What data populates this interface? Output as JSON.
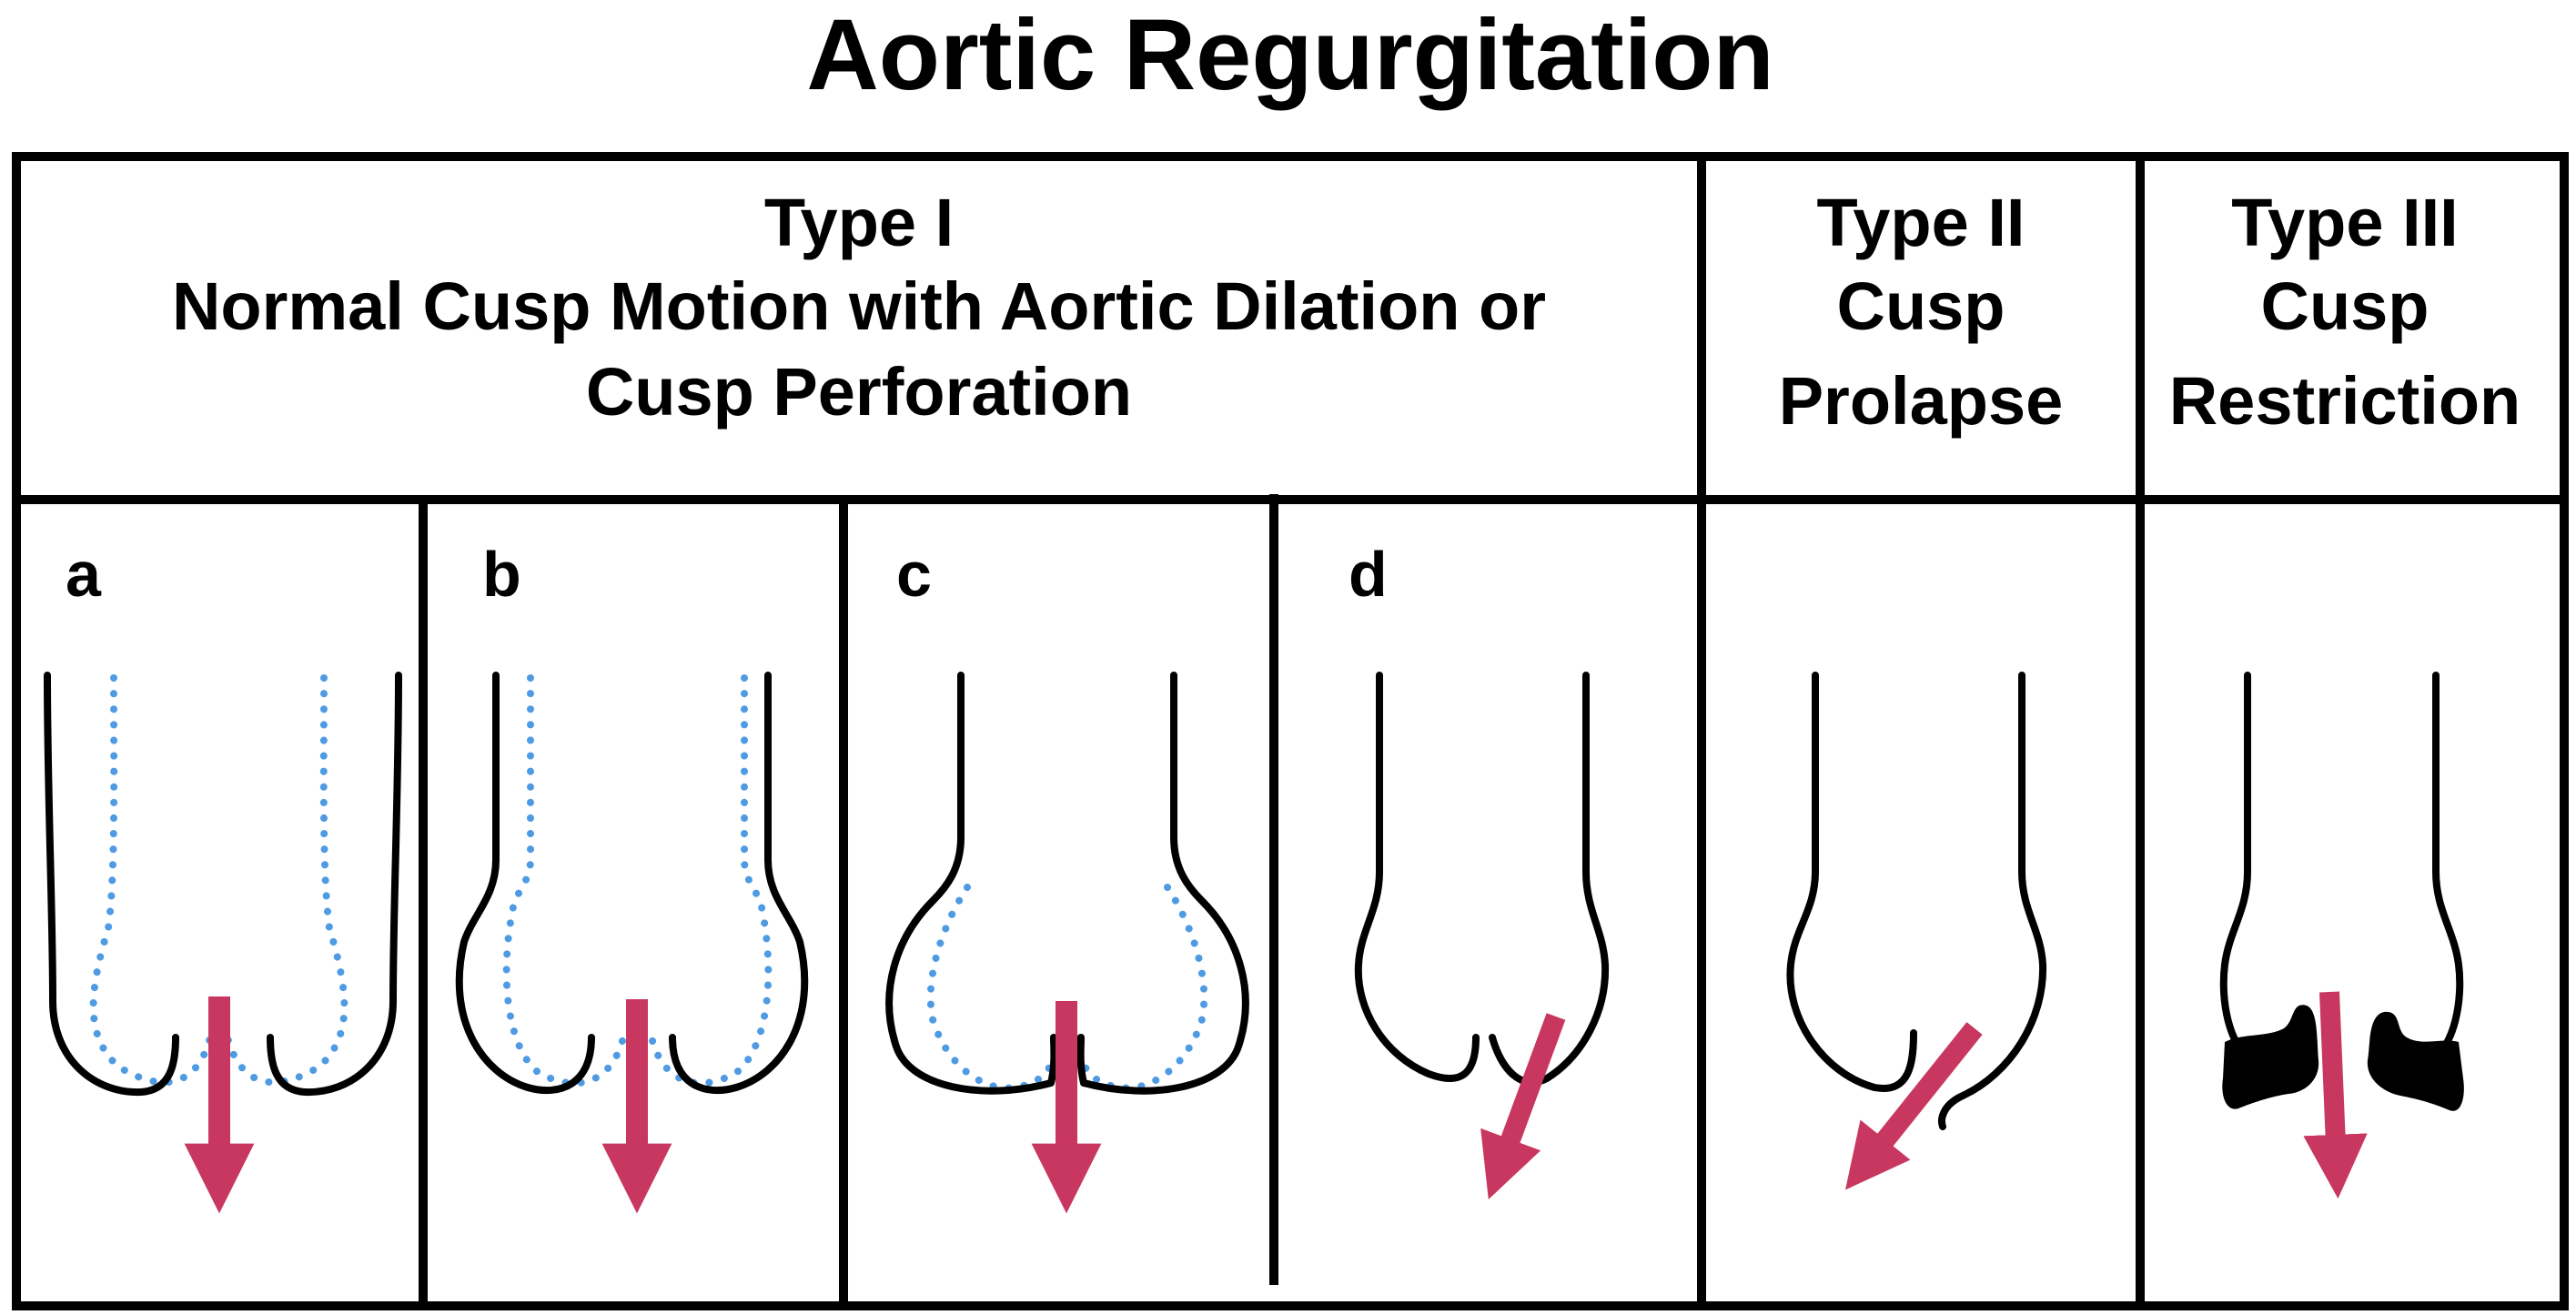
{
  "title": "Aortic Regurgitation",
  "colors": {
    "frame": "#000000",
    "normal_outline": "#4f9be3",
    "jet_arrow": "#c8375f"
  },
  "types": [
    {
      "id": "type-1",
      "name": "Type I",
      "desc_lines": [
        "Normal Cusp Motion with Aortic Dilation or",
        "Cusp Perforation"
      ]
    },
    {
      "id": "type-2",
      "name": "Type II",
      "desc_lines": [
        "Cusp",
        "Prolapse"
      ]
    },
    {
      "id": "type-3",
      "name": "Type III",
      "desc_lines": [
        "Cusp",
        "Restriction"
      ]
    }
  ],
  "panels": [
    {
      "id": "panel-a",
      "label": "a"
    },
    {
      "id": "panel-b",
      "label": "b"
    },
    {
      "id": "panel-c",
      "label": "c"
    },
    {
      "id": "panel-d",
      "label": "d"
    },
    {
      "id": "panel-type2",
      "label": ""
    },
    {
      "id": "panel-type3",
      "label": ""
    }
  ]
}
